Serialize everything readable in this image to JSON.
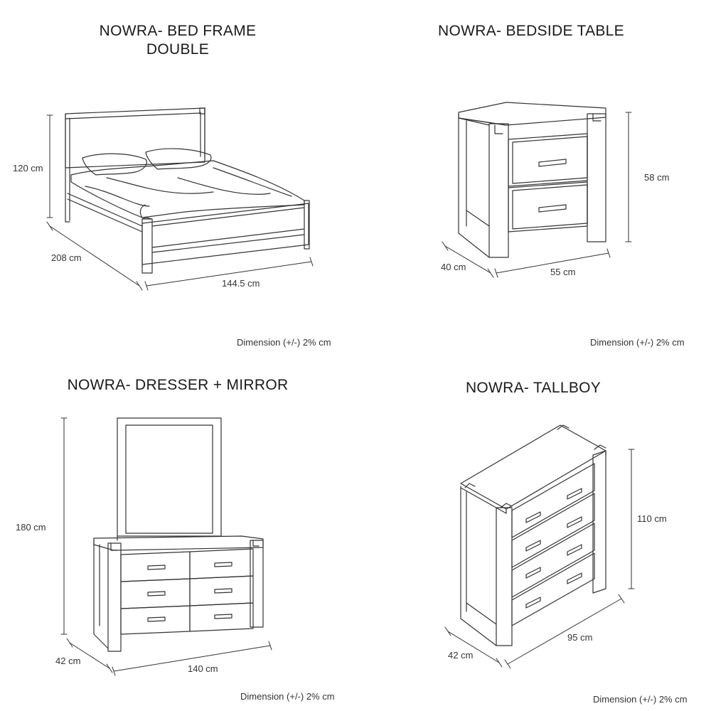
{
  "bed": {
    "title_line1": "NOWRA- BED FRAME",
    "title_line2": "DOUBLE",
    "height": "120 cm",
    "depth": "208 cm",
    "width": "144.5 cm",
    "note": "Dimension (+/-) 2% cm"
  },
  "bedside": {
    "title": "NOWRA- BEDSIDE TABLE",
    "height": "58 cm",
    "depth": "40 cm",
    "width": "55 cm",
    "note": "Dimension (+/-) 2% cm"
  },
  "dresser": {
    "title": "NOWRA- DRESSER + MIRROR",
    "height": "180 cm",
    "depth": "42 cm",
    "width": "140 cm",
    "note": "Dimension (+/-) 2% cm"
  },
  "tallboy": {
    "title": "NOWRA- TALLBOY",
    "height": "110 cm",
    "depth": "42 cm",
    "width": "95 cm",
    "note": "Dimension (+/-) 2% cm"
  }
}
